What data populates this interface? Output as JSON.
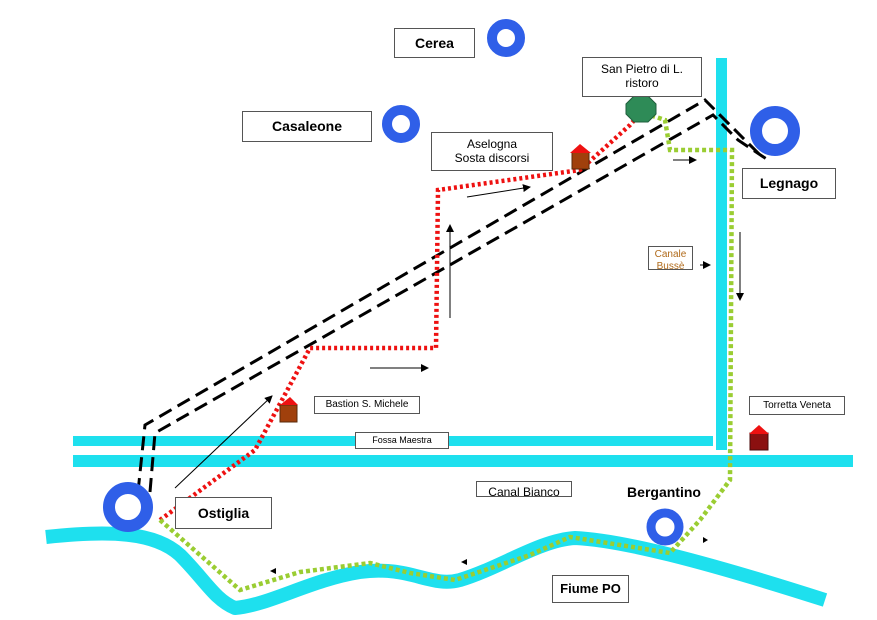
{
  "towns": {
    "cerea": "Cerea",
    "casaleone": "Casaleone",
    "legnago": "Legnago",
    "ostiglia": "Ostiglia",
    "bergantino": "Bergantino"
  },
  "stops": {
    "san_pietro": "San Pietro di L.\nristoro",
    "aselogna": "Aselogna\nSosta discorsi",
    "bastion": "Bastion S. Michele",
    "torretta": "Torretta Veneta"
  },
  "waterways": {
    "fossa_maestra": "Fossa Maestra",
    "canal_bianco": "Canal Bianco",
    "canale_busse": "Canale\nBussè",
    "fiume_po": "Fiume PO"
  },
  "colors": {
    "water": "#1ee0ee",
    "town_ring": "#2f5fe8",
    "route_red": "#ee1111",
    "route_green": "#9acd32",
    "railway": "#000000",
    "stop_brown": "#a0400c",
    "stop_green": "#2e8b57"
  },
  "icons": [
    "town-ring-icon",
    "house-icon",
    "octagon-icon",
    "arrow-icon"
  ]
}
